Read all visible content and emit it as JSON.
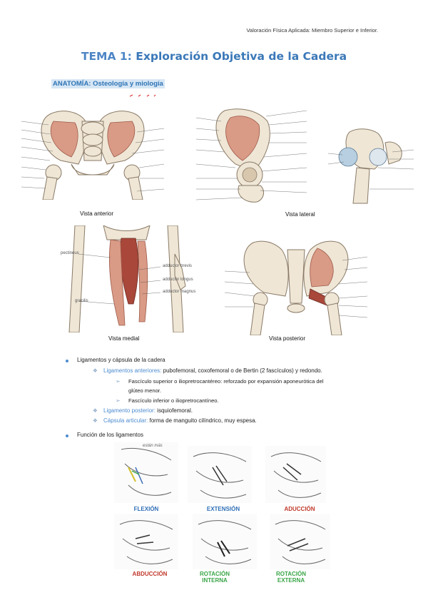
{
  "header": {
    "note": "Valoración Física Aplicada: Miembro Superior e Inferior."
  },
  "title": {
    "number": "TEMA 1:",
    "text": "Exploración Objetiva de la Cadera"
  },
  "section": {
    "heading": "ANATOMÍA: Osteología y miología"
  },
  "figures": {
    "anterior": "Vista anterior",
    "lateral": "Vista lateral",
    "medial": "Vista medial",
    "posterior": "Vista posterior",
    "medial_labels": [
      "pectineus",
      "adductor brevis",
      "adductor longus",
      "adductor magnus",
      "gracilis"
    ]
  },
  "ligaments": {
    "heading": "Ligamentos y cápsula de la cadera",
    "anterior_label": "Ligamentos anteriores:",
    "anterior_text": "pubofemoral, coxofemoral o de Bertin (2 fascículos) y redondo.",
    "sup_fasc_line1": "Fascículo superior o iliopretrocantéreo: reforzado por expansión aponeurótica del",
    "sup_fasc_line2": "glúteo menor.",
    "inf_fasc": "Fascículo inferior o iliopretrocantíneo.",
    "posterior_label": "Ligamento posterior:",
    "posterior_text": "isquiofemoral.",
    "capsule_label": "Cápsula articular:",
    "capsule_text": "forma de manguito cilíndrico, muy espesa."
  },
  "function": {
    "heading": "Función de los ligamentos",
    "sketch_note": "están más",
    "movements": [
      {
        "label": "FLEXIÓN",
        "color": "#2f6fb6"
      },
      {
        "label": "EXTENSIÓN",
        "color": "#2f6fb6"
      },
      {
        "label": "ADUCCIÓN",
        "color": "#c0392b"
      },
      {
        "label": "ABDUCCIÓN",
        "color": "#c0392b"
      },
      {
        "label_line1": "ROTACIÓN",
        "label_line2": "INTERNA",
        "color": "#3aa548"
      },
      {
        "label_line1": "ROTACIÓN",
        "label_line2": "EXTERNA",
        "color": "#3aa548"
      }
    ]
  }
}
